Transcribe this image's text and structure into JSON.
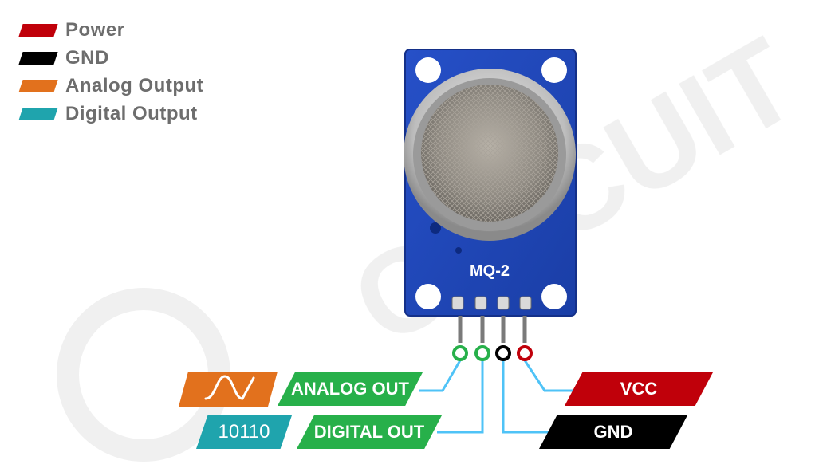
{
  "legend": [
    {
      "label": "Power",
      "color": "#c0000a"
    },
    {
      "label": "GND",
      "color": "#000000"
    },
    {
      "label": "Analog Output",
      "color": "#e2711d"
    },
    {
      "label": "Digital Output",
      "color": "#1fa4ad"
    }
  ],
  "board": {
    "label": "MQ-2",
    "color": "#1f47b8"
  },
  "pins": {
    "analog_out": {
      "label": "ANALOG OUT",
      "icon_color": "#e2711d",
      "icon": "sine-wave-icon",
      "tag_color": "#27b04a"
    },
    "digital_out": {
      "label": "DIGITAL OUT",
      "icon_color": "#1fa4ad",
      "icon_text": "10110",
      "tag_color": "#27b04a"
    },
    "vcc": {
      "label": "VCC",
      "color": "#c0000a"
    },
    "gnd": {
      "label": "GND",
      "color": "#000000"
    }
  },
  "wire_color": "#4fc3f7",
  "watermark": "CIRCUIT DIGEST"
}
